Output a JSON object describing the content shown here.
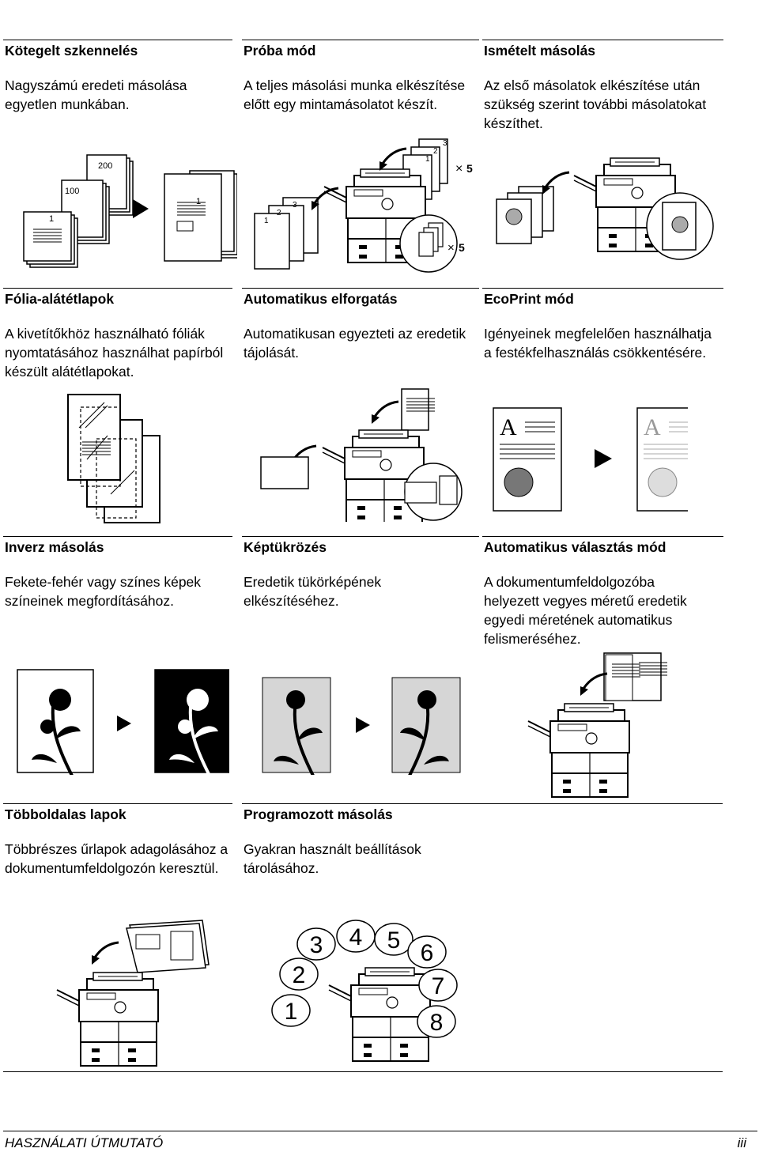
{
  "sections": [
    {
      "title": "Kötegelt szkennelés",
      "desc": "Nagyszámú eredeti másolása egyetlen munkában."
    },
    {
      "title": "Próba mód",
      "desc": "A teljes másolási munka elkészítése előtt egy mintamásolatot készít."
    },
    {
      "title": "Ismételt másolás",
      "desc": "Az első másolatok elkészítése után szükség szerint további másolatokat készíthet."
    },
    {
      "title": "Fólia-alátétlapok",
      "desc": "A kivetítőkhöz használható fóliák nyomtatásához használhat papírból készült alátétlapokat."
    },
    {
      "title": "Automatikus elforgatás",
      "desc": "Automatikusan egyezteti az eredetik tájolását."
    },
    {
      "title": "EcoPrint mód",
      "desc": "Igényeinek megfelelően használhatja a festékfelhasználás csökkentésére."
    },
    {
      "title": "Inverz másolás",
      "desc": "Fekete-fehér vagy színes képek színeinek megfordításához."
    },
    {
      "title": "Képtükrözés",
      "desc": "Eredetik tükörképének elkészítéséhez."
    },
    {
      "title": "Automatikus választás mód",
      "desc": "A dokumentumfeldolgozóba helyezett vegyes méretű eredetik egyedi méretének automatikus felismeréséhez."
    },
    {
      "title": "Többoldalas lapok",
      "desc": "Többrészes űrlapok adagolásához a dokumentumfeldolgozón keresztül."
    },
    {
      "title": "Programozott másolás",
      "desc": "Gyakran használt beállítások tárolásához."
    }
  ],
  "illustration_text": {
    "batch_page_200": "200",
    "batch_page_100": "100",
    "batch_page_1": "1",
    "batch_result_1": "1",
    "proof_pages": [
      "1",
      "2",
      "3"
    ],
    "repeat_top_pages": [
      "1",
      "2",
      "3"
    ],
    "repeat_times_top": "5",
    "repeat_times_bottom": "5",
    "eco_letter": "A",
    "program_numbers": [
      "1",
      "2",
      "3",
      "4",
      "5",
      "6",
      "7",
      "8"
    ]
  },
  "footer": {
    "title": "HASZNÁLATI ÚTMUTATÓ",
    "page": "iii"
  }
}
